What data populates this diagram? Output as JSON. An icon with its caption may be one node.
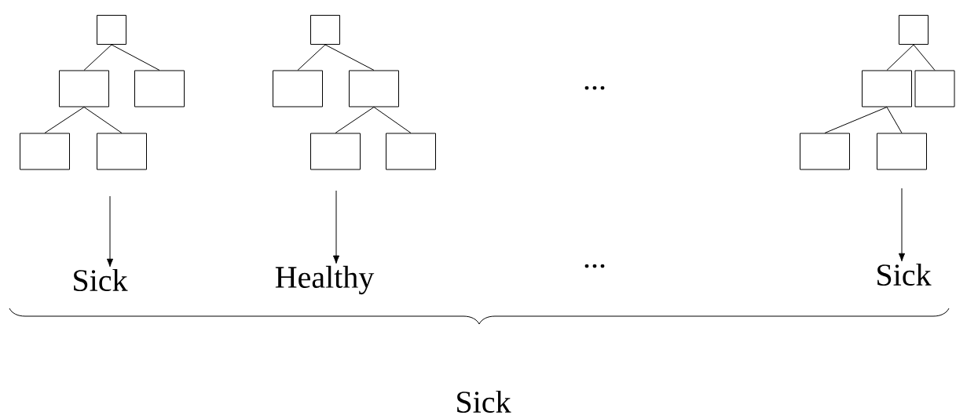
{
  "diagram": {
    "nodes": [
      {
        "text": [],
        "shape": "box"
      },
      {
        "text": [],
        "shape": "box"
      },
      {
        "text": [],
        "shape": "box"
      },
      {
        "text": [],
        "shape": "box"
      },
      {
        "text": [],
        "shape": "box"
      },
      {
        "text": [],
        "shape": "box"
      },
      {
        "text": [],
        "shape": "box"
      },
      {
        "text": [],
        "shape": "box"
      },
      {
        "text": [],
        "shape": "box"
      },
      {
        "text": [],
        "shape": "box"
      },
      {
        "text": [],
        "shape": "box"
      },
      {
        "text": [],
        "shape": "box"
      },
      {
        "text": [],
        "shape": "box"
      },
      {
        "text": [],
        "shape": "box"
      },
      {
        "text": [],
        "shape": "box"
      },
      {
        "text": [
          "Sick"
        ]
      },
      {
        "text": [
          "Healthy"
        ]
      },
      {
        "text": [
          "Sick"
        ]
      }
    ],
    "edges": [
      {
        "from": 0,
        "to": 1,
        "arrow": "none"
      },
      {
        "from": 0,
        "to": 2,
        "arrow": "none"
      },
      {
        "from": 1,
        "to": 3,
        "arrow": "none"
      },
      {
        "from": 1,
        "to": 4,
        "arrow": "none"
      },
      {
        "from": 5,
        "to": 6,
        "arrow": "none"
      },
      {
        "from": 5,
        "to": 7,
        "arrow": "none"
      },
      {
        "from": 7,
        "to": 8,
        "arrow": "none"
      },
      {
        "from": 7,
        "to": 9,
        "arrow": "none"
      },
      {
        "from": 10,
        "to": 11,
        "arrow": "none"
      },
      {
        "from": 10,
        "to": 12,
        "arrow": "none"
      },
      {
        "from": 11,
        "to": 13,
        "arrow": "none"
      },
      {
        "from": 11,
        "to": 14,
        "arrow": "none"
      },
      {
        "from": null,
        "to": 15,
        "arrow": "to"
      },
      {
        "from": null,
        "to": 16,
        "arrow": "to"
      },
      {
        "from": null,
        "to": 17,
        "arrow": "to"
      }
    ],
    "labels": [
      "...",
      "...",
      "Sick"
    ]
  }
}
